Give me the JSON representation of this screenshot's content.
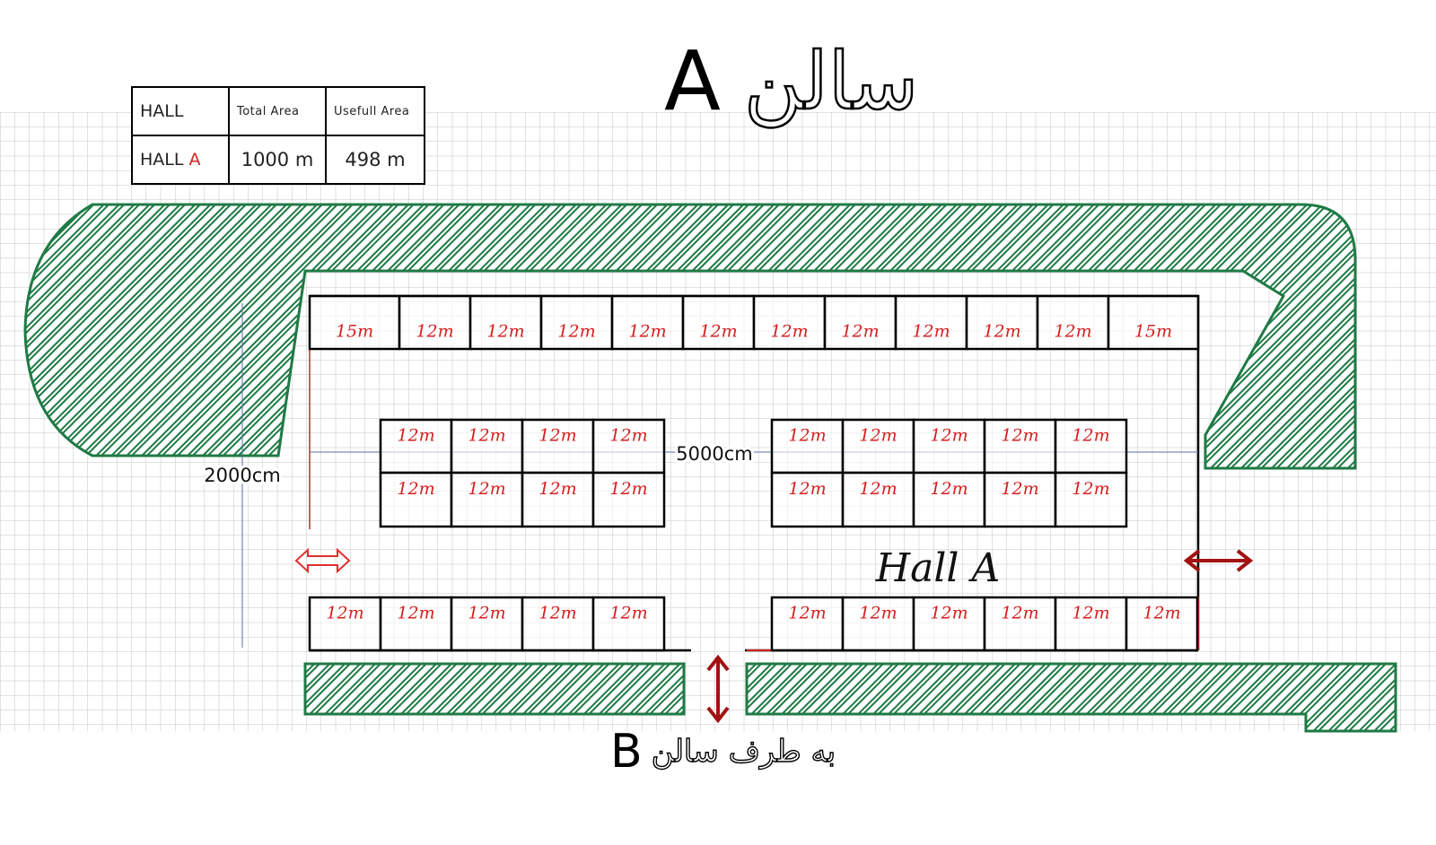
{
  "title": {
    "letter": "A",
    "word": "سالن"
  },
  "subtitle": {
    "letter": "B",
    "text": "به طرف سالن"
  },
  "table": {
    "headers": [
      "HALL",
      "Total Area",
      "Usefull Area"
    ],
    "row": {
      "hall_prefix": "HALL",
      "hall_letter": "A",
      "total_area": "1000 m",
      "useful_area": "498 m"
    }
  },
  "hall_label": "Hall A",
  "dimensions": {
    "width": "5000cm",
    "height": "2000cm"
  },
  "booths": {
    "top_row": [
      "15m",
      "12m",
      "12m",
      "12m",
      "12m",
      "12m",
      "12m",
      "12m",
      "12m",
      "12m",
      "12m",
      "15m"
    ],
    "left_block_top": [
      "12m",
      "12m",
      "12m",
      "12m"
    ],
    "left_block_bottom": [
      "12m",
      "12m",
      "12m",
      "12m"
    ],
    "right_block_top": [
      "12m",
      "12m",
      "12m",
      "12m",
      "12m"
    ],
    "right_block_bottom": [
      "12m",
      "12m",
      "12m",
      "12m",
      "12m"
    ],
    "bottom_left": [
      "12m",
      "12m",
      "12m",
      "12m",
      "12m"
    ],
    "bottom_right": [
      "12m",
      "12m",
      "12m",
      "12m",
      "12m",
      "12m"
    ]
  },
  "colors": {
    "wall": "#1f7a45",
    "booth_line": "#000000",
    "booth_label": "#d62020",
    "grid": "#bfbfbf",
    "dimension_line": "#5a6fa8",
    "arrow_dark": "#a31212",
    "arrow_light": "#e03030"
  },
  "icons": [
    "double-arrow-icon",
    "entrance-arrow-icon",
    "exit-arrow-icon"
  ]
}
